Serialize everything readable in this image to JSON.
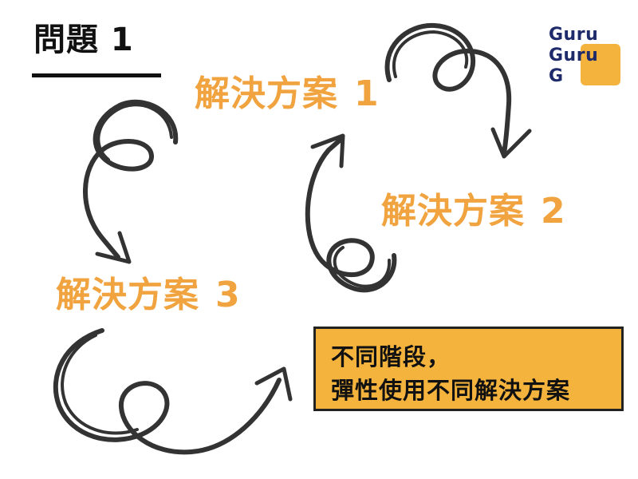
{
  "problem": {
    "title": "問題 1"
  },
  "solutions": [
    {
      "label": "解決方案",
      "number": "1"
    },
    {
      "label": "解決方案",
      "number": "2"
    },
    {
      "label": "解決方案",
      "number": "3"
    }
  ],
  "logo": {
    "lines": [
      "Guru",
      "Guru",
      "G"
    ]
  },
  "note": {
    "lines": [
      "不同階段，",
      "彈性使用不同解決方案"
    ]
  },
  "colors": {
    "accent": "#f0a33e",
    "note_bg": "#f3b33d",
    "logo_text": "#1f2a6b",
    "ink": "#333333"
  },
  "icons": [
    "curly-arrow-icon"
  ]
}
